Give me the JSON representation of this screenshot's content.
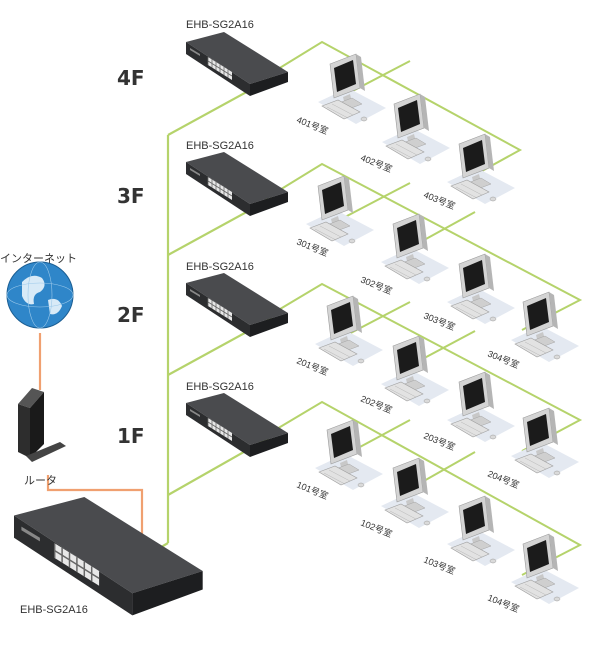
{
  "internet_label": "インターネット",
  "router_label": "ルータ",
  "main_switch_label": "EHB-SG2A16",
  "floors": [
    {
      "name": "4F",
      "switch_label": "EHB-SG2A16",
      "rooms": [
        "401号室",
        "402号室",
        "403号室"
      ]
    },
    {
      "name": "3F",
      "switch_label": "EHB-SG2A16",
      "rooms": [
        "301号室",
        "302号室",
        "303号室",
        "304号室"
      ]
    },
    {
      "name": "2F",
      "switch_label": "EHB-SG2A16",
      "rooms": [
        "201号室",
        "202号室",
        "203号室",
        "204号室"
      ]
    },
    {
      "name": "1F",
      "switch_label": "EHB-SG2A16",
      "rooms": [
        "101号室",
        "102号室",
        "103号室",
        "104号室"
      ]
    }
  ],
  "colors": {
    "lan": "#b5d36b",
    "uplink": "#f0a070",
    "switch": "#3a3b3d",
    "globe": "#2f86c9"
  }
}
